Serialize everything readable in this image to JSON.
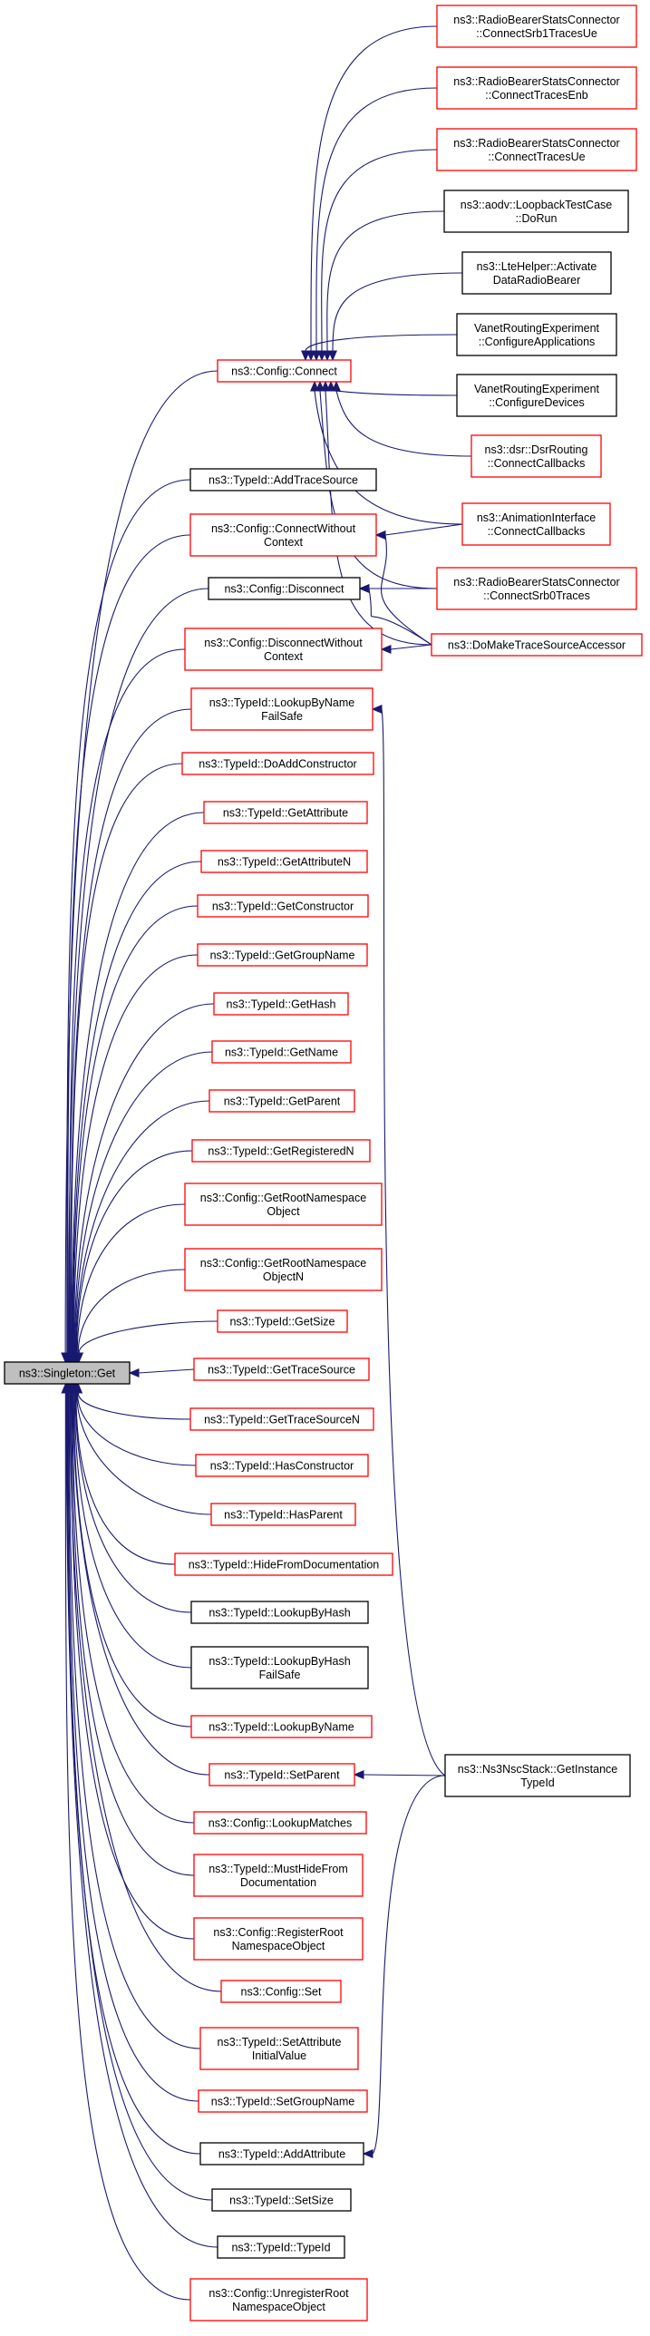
{
  "diagram": {
    "colors": {
      "edge": "#191970",
      "root_fill": "#bfbfbf",
      "link_border": "#ff0000",
      "plain_border": "#000000",
      "background": "#ffffff"
    },
    "nodes": [
      {
        "id": "singleton-get",
        "lines": [
          "ns3::Singleton::Get"
        ],
        "style": "root"
      },
      {
        "id": "config-connect",
        "lines": [
          "ns3::Config::Connect"
        ],
        "style": "red"
      },
      {
        "id": "typeid-addtracesource",
        "lines": [
          "ns3::TypeId::AddTraceSource"
        ],
        "style": "black"
      },
      {
        "id": "config-connectwithoutcontext",
        "lines": [
          "ns3::Config::ConnectWithout",
          "Context"
        ],
        "style": "red"
      },
      {
        "id": "config-disconnect",
        "lines": [
          "ns3::Config::Disconnect"
        ],
        "style": "black"
      },
      {
        "id": "config-disconnectwithoutcontext",
        "lines": [
          "ns3::Config::DisconnectWithout",
          "Context"
        ],
        "style": "red"
      },
      {
        "id": "typeid-lookupbynamefailsafe",
        "lines": [
          "ns3::TypeId::LookupByName",
          "FailSafe"
        ],
        "style": "red"
      },
      {
        "id": "typeid-doaddconstructor",
        "lines": [
          "ns3::TypeId::DoAddConstructor"
        ],
        "style": "red"
      },
      {
        "id": "typeid-getattribute",
        "lines": [
          "ns3::TypeId::GetAttribute"
        ],
        "style": "red"
      },
      {
        "id": "typeid-getattributen",
        "lines": [
          "ns3::TypeId::GetAttributeN"
        ],
        "style": "red"
      },
      {
        "id": "typeid-getconstructor",
        "lines": [
          "ns3::TypeId::GetConstructor"
        ],
        "style": "red"
      },
      {
        "id": "typeid-getgroupname",
        "lines": [
          "ns3::TypeId::GetGroupName"
        ],
        "style": "red"
      },
      {
        "id": "typeid-gethash",
        "lines": [
          "ns3::TypeId::GetHash"
        ],
        "style": "red"
      },
      {
        "id": "typeid-getname",
        "lines": [
          "ns3::TypeId::GetName"
        ],
        "style": "red"
      },
      {
        "id": "typeid-getparent",
        "lines": [
          "ns3::TypeId::GetParent"
        ],
        "style": "red"
      },
      {
        "id": "typeid-getregisteredn",
        "lines": [
          "ns3::TypeId::GetRegisteredN"
        ],
        "style": "red"
      },
      {
        "id": "config-getrootnamespaceobject",
        "lines": [
          "ns3::Config::GetRootNamespace",
          "Object"
        ],
        "style": "red"
      },
      {
        "id": "config-getrootnamespaceobjectn",
        "lines": [
          "ns3::Config::GetRootNamespace",
          "ObjectN"
        ],
        "style": "red"
      },
      {
        "id": "typeid-getsize",
        "lines": [
          "ns3::TypeId::GetSize"
        ],
        "style": "red"
      },
      {
        "id": "typeid-gettracesource",
        "lines": [
          "ns3::TypeId::GetTraceSource"
        ],
        "style": "red"
      },
      {
        "id": "typeid-gettracesourcen",
        "lines": [
          "ns3::TypeId::GetTraceSourceN"
        ],
        "style": "red"
      },
      {
        "id": "typeid-hasconstructor",
        "lines": [
          "ns3::TypeId::HasConstructor"
        ],
        "style": "red"
      },
      {
        "id": "typeid-hasparent",
        "lines": [
          "ns3::TypeId::HasParent"
        ],
        "style": "red"
      },
      {
        "id": "typeid-hidefromdocumentation",
        "lines": [
          "ns3::TypeId::HideFromDocumentation"
        ],
        "style": "red"
      },
      {
        "id": "typeid-lookupbyhash",
        "lines": [
          "ns3::TypeId::LookupByHash"
        ],
        "style": "black"
      },
      {
        "id": "typeid-lookupbyhashfailsafe",
        "lines": [
          "ns3::TypeId::LookupByHash",
          "FailSafe"
        ],
        "style": "black"
      },
      {
        "id": "typeid-lookupbyname",
        "lines": [
          "ns3::TypeId::LookupByName"
        ],
        "style": "red"
      },
      {
        "id": "typeid-setparent",
        "lines": [
          "ns3::TypeId::SetParent"
        ],
        "style": "red"
      },
      {
        "id": "config-lookupmatches",
        "lines": [
          "ns3::Config::LookupMatches"
        ],
        "style": "red"
      },
      {
        "id": "typeid-musthidefromdocumentation",
        "lines": [
          "ns3::TypeId::MustHideFrom",
          "Documentation"
        ],
        "style": "red"
      },
      {
        "id": "config-registerrootnamespaceobject",
        "lines": [
          "ns3::Config::RegisterRoot",
          "NamespaceObject"
        ],
        "style": "red"
      },
      {
        "id": "config-set",
        "lines": [
          "ns3::Config::Set"
        ],
        "style": "red"
      },
      {
        "id": "typeid-setattributeinitialvalue",
        "lines": [
          "ns3::TypeId::SetAttribute",
          "InitialValue"
        ],
        "style": "red"
      },
      {
        "id": "typeid-setgroupname",
        "lines": [
          "ns3::TypeId::SetGroupName"
        ],
        "style": "red"
      },
      {
        "id": "typeid-addattribute",
        "lines": [
          "ns3::TypeId::AddAttribute"
        ],
        "style": "black"
      },
      {
        "id": "typeid-setsize",
        "lines": [
          "ns3::TypeId::SetSize"
        ],
        "style": "black"
      },
      {
        "id": "typeid-typeid",
        "lines": [
          "ns3::TypeId::TypeId"
        ],
        "style": "black"
      },
      {
        "id": "config-unregisterrootnamespaceobject",
        "lines": [
          "ns3::Config::UnregisterRoot",
          "NamespaceObject"
        ],
        "style": "red"
      },
      {
        "id": "rbsc-connectsrb1tracesue",
        "lines": [
          "ns3::RadioBearerStatsConnector",
          "::ConnectSrb1TracesUe"
        ],
        "style": "red"
      },
      {
        "id": "rbsc-connecttracesenb",
        "lines": [
          "ns3::RadioBearerStatsConnector",
          "::ConnectTracesEnb"
        ],
        "style": "red"
      },
      {
        "id": "rbsc-connecttracesue",
        "lines": [
          "ns3::RadioBearerStatsConnector",
          "::ConnectTracesUe"
        ],
        "style": "red"
      },
      {
        "id": "aodv-loopbacktestcase-dorun",
        "lines": [
          "ns3::aodv::LoopbackTestCase",
          "::DoRun"
        ],
        "style": "black"
      },
      {
        "id": "ltehelper-activatedataradiobearer",
        "lines": [
          "ns3::LteHelper::Activate",
          "DataRadioBearer"
        ],
        "style": "black"
      },
      {
        "id": "vanet-configureapplications",
        "lines": [
          "VanetRoutingExperiment",
          "::ConfigureApplications"
        ],
        "style": "black"
      },
      {
        "id": "vanet-configuredevices",
        "lines": [
          "VanetRoutingExperiment",
          "::ConfigureDevices"
        ],
        "style": "black"
      },
      {
        "id": "dsrrouting-connectcallbacks",
        "lines": [
          "ns3::dsr::DsrRouting",
          "::ConnectCallbacks"
        ],
        "style": "red"
      },
      {
        "id": "animationinterface-connectcallbacks",
        "lines": [
          "ns3::AnimationInterface",
          "::ConnectCallbacks"
        ],
        "style": "red"
      },
      {
        "id": "rbsc-connectsrb0traces",
        "lines": [
          "ns3::RadioBearerStatsConnector",
          "::ConnectSrb0Traces"
        ],
        "style": "red"
      },
      {
        "id": "domaketracesourceaccessor",
        "lines": [
          "ns3::DoMakeTraceSourceAccessor"
        ],
        "style": "red"
      },
      {
        "id": "ns3nscstack-getinstancetypeid",
        "lines": [
          "ns3::Ns3NscStack::GetInstance",
          "TypeId"
        ],
        "style": "black"
      }
    ],
    "edges": [
      {
        "from": "config-connect",
        "to": "singleton-get"
      },
      {
        "from": "typeid-addtracesource",
        "to": "singleton-get"
      },
      {
        "from": "config-connectwithoutcontext",
        "to": "singleton-get"
      },
      {
        "from": "config-disconnect",
        "to": "singleton-get"
      },
      {
        "from": "config-disconnectwithoutcontext",
        "to": "singleton-get"
      },
      {
        "from": "typeid-lookupbynamefailsafe",
        "to": "singleton-get"
      },
      {
        "from": "typeid-doaddconstructor",
        "to": "singleton-get"
      },
      {
        "from": "typeid-getattribute",
        "to": "singleton-get"
      },
      {
        "from": "typeid-getattributen",
        "to": "singleton-get"
      },
      {
        "from": "typeid-getconstructor",
        "to": "singleton-get"
      },
      {
        "from": "typeid-getgroupname",
        "to": "singleton-get"
      },
      {
        "from": "typeid-gethash",
        "to": "singleton-get"
      },
      {
        "from": "typeid-getname",
        "to": "singleton-get"
      },
      {
        "from": "typeid-getparent",
        "to": "singleton-get"
      },
      {
        "from": "typeid-getregisteredn",
        "to": "singleton-get"
      },
      {
        "from": "config-getrootnamespaceobject",
        "to": "singleton-get"
      },
      {
        "from": "config-getrootnamespaceobjectn",
        "to": "singleton-get"
      },
      {
        "from": "typeid-getsize",
        "to": "singleton-get"
      },
      {
        "from": "typeid-gettracesource",
        "to": "singleton-get"
      },
      {
        "from": "typeid-gettracesourcen",
        "to": "singleton-get"
      },
      {
        "from": "typeid-hasconstructor",
        "to": "singleton-get"
      },
      {
        "from": "typeid-hasparent",
        "to": "singleton-get"
      },
      {
        "from": "typeid-hidefromdocumentation",
        "to": "singleton-get"
      },
      {
        "from": "typeid-lookupbyhash",
        "to": "singleton-get"
      },
      {
        "from": "typeid-lookupbyhashfailsafe",
        "to": "singleton-get"
      },
      {
        "from": "typeid-lookupbyname",
        "to": "singleton-get"
      },
      {
        "from": "typeid-setparent",
        "to": "singleton-get"
      },
      {
        "from": "config-lookupmatches",
        "to": "singleton-get"
      },
      {
        "from": "typeid-musthidefromdocumentation",
        "to": "singleton-get"
      },
      {
        "from": "config-registerrootnamespaceobject",
        "to": "singleton-get"
      },
      {
        "from": "config-set",
        "to": "singleton-get"
      },
      {
        "from": "typeid-setattributeinitialvalue",
        "to": "singleton-get"
      },
      {
        "from": "typeid-setgroupname",
        "to": "singleton-get"
      },
      {
        "from": "typeid-addattribute",
        "to": "singleton-get"
      },
      {
        "from": "typeid-setsize",
        "to": "singleton-get"
      },
      {
        "from": "typeid-typeid",
        "to": "singleton-get"
      },
      {
        "from": "config-unregisterrootnamespaceobject",
        "to": "singleton-get"
      },
      {
        "from": "rbsc-connectsrb1tracesue",
        "to": "config-connect"
      },
      {
        "from": "rbsc-connecttracesenb",
        "to": "config-connect"
      },
      {
        "from": "rbsc-connecttracesue",
        "to": "config-connect"
      },
      {
        "from": "aodv-loopbacktestcase-dorun",
        "to": "config-connect"
      },
      {
        "from": "ltehelper-activatedataradiobearer",
        "to": "config-connect"
      },
      {
        "from": "vanet-configureapplications",
        "to": "config-connect"
      },
      {
        "from": "vanet-configuredevices",
        "to": "config-connect"
      },
      {
        "from": "dsrrouting-connectcallbacks",
        "to": "config-connect"
      },
      {
        "from": "animationinterface-connectcallbacks",
        "to": "config-connect"
      },
      {
        "from": "rbsc-connectsrb0traces",
        "to": "config-connect"
      },
      {
        "from": "domaketracesourceaccessor",
        "to": "config-connect"
      },
      {
        "from": "animationinterface-connectcallbacks",
        "to": "config-connectwithoutcontext"
      },
      {
        "from": "domaketracesourceaccessor",
        "to": "config-connectwithoutcontext"
      },
      {
        "from": "rbsc-connectsrb0traces",
        "to": "config-disconnect"
      },
      {
        "from": "domaketracesourceaccessor",
        "to": "config-disconnect"
      },
      {
        "from": "domaketracesourceaccessor",
        "to": "config-disconnectwithoutcontext"
      },
      {
        "from": "ns3nscstack-getinstancetypeid",
        "to": "typeid-lookupbynamefailsafe"
      },
      {
        "from": "ns3nscstack-getinstancetypeid",
        "to": "typeid-setparent"
      },
      {
        "from": "ns3nscstack-getinstancetypeid",
        "to": "typeid-addattribute"
      }
    ]
  }
}
